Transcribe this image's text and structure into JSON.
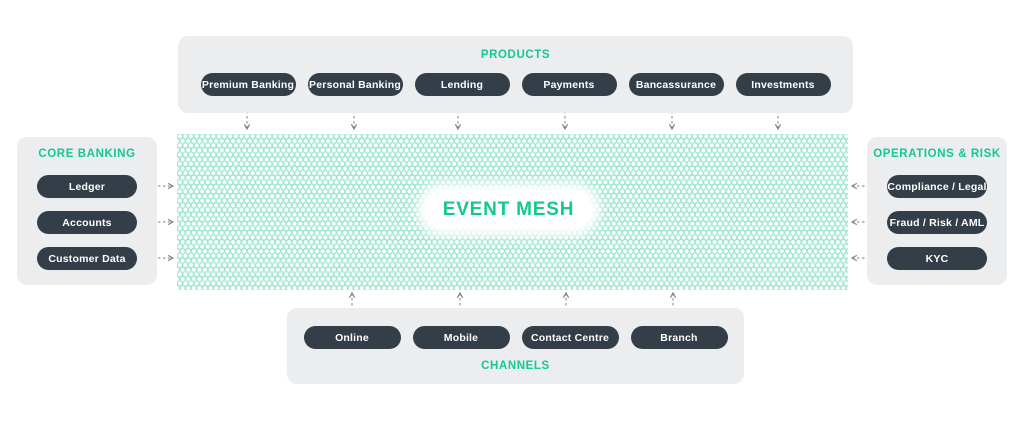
{
  "diagram_title": "EVENT MESH",
  "colors": {
    "accent": "#13C98F",
    "pill_bg": "#333E48",
    "pill_text": "#FFFFFF",
    "panel_bg": "#EBEDEF",
    "mesh_ring": "#94E5C9",
    "arrow": "#78838A",
    "background": "#FFFFFF"
  },
  "center": {
    "label": "EVENT MESH"
  },
  "groups": {
    "products": {
      "title": "PRODUCTS",
      "items": [
        "Premium Banking",
        "Personal Banking",
        "Lending",
        "Payments",
        "Bancassurance",
        "Investments"
      ]
    },
    "core_banking": {
      "title": "CORE BANKING",
      "items": [
        "Ledger",
        "Accounts",
        "Customer Data"
      ]
    },
    "operations_risk": {
      "title": "OPERATIONS & RISK",
      "items": [
        "Compliance / Legal",
        "Fraud / Risk / AML",
        "KYC"
      ]
    },
    "channels": {
      "title": "CHANNELS",
      "items": [
        "Online",
        "Mobile",
        "Contact Centre",
        "Branch"
      ]
    }
  },
  "connections": {
    "style": "dashed bidirectional arrows between every node and the event mesh"
  }
}
